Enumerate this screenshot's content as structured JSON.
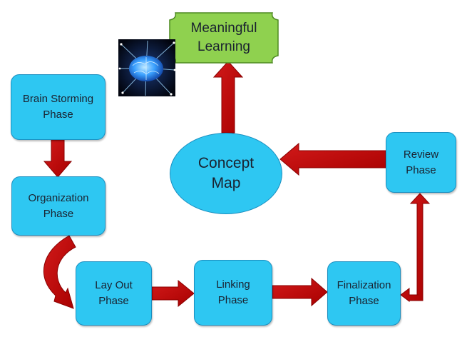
{
  "nodes": {
    "brainstorming": {
      "line1": "Brain Storming",
      "line2": "Phase"
    },
    "organization": {
      "line1": "Organization",
      "line2": "Phase"
    },
    "layout": {
      "line1": "Lay Out",
      "line2": "Phase"
    },
    "linking": {
      "line1": "Linking",
      "line2": "Phase"
    },
    "finalization": {
      "line1": "Finalization",
      "line2": "Phase"
    },
    "review": {
      "line1": "Review",
      "line2": "Phase"
    },
    "concept_map": {
      "line1": "Concept",
      "line2": "Map"
    },
    "meaningful_learning": {
      "line1": "Meaningful",
      "line2": "Learning"
    }
  },
  "images": {
    "brain": "brain-network-icon"
  },
  "colors": {
    "node_fill": "#2ec7f2",
    "node_border": "#1b8fc0",
    "arrow": "#c00000",
    "goal_fill": "#8fd14f",
    "text": "#1a2230"
  }
}
